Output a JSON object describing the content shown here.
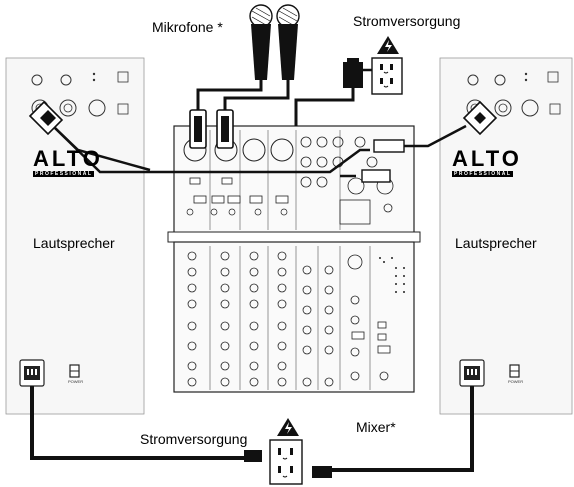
{
  "labels": {
    "microphones": "Mikrofone *",
    "power_supply_top": "Stromversorgung",
    "speaker_left": "Lautsprecher",
    "speaker_right": "Lautsprecher",
    "power_supply_bottom": "Stromversorgung",
    "mixer": "Mixer*"
  },
  "speaker_brand": "ALTO",
  "speaker_brand_sub": "PROFESSIONAL",
  "panel_text": {
    "power": "POWER"
  },
  "icons": [
    "microphone-icon",
    "power-adapter-icon",
    "wall-outlet-icon",
    "high-voltage-warning-icon",
    "iec-power-inlet-icon",
    "xlr-connector-icon"
  ]
}
